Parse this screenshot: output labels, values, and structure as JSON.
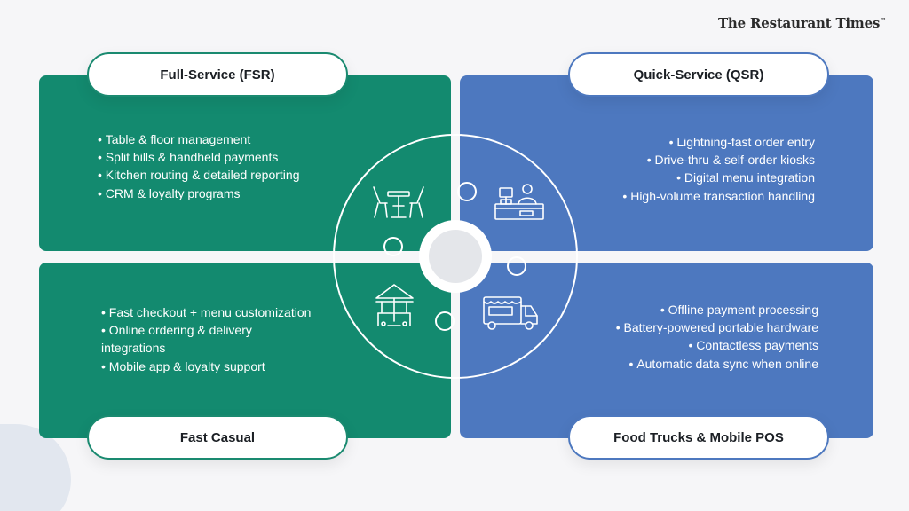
{
  "brand": {
    "name": "The Restaurant Times",
    "mark": "™"
  },
  "colors": {
    "green": "#138a6f",
    "blue": "#4d78bf",
    "hub": "#e4e6ea"
  },
  "quadrants": {
    "fsr": {
      "title": "Full-Service (FSR)",
      "icon": "dining-table-chairs-icon",
      "items": [
        "Table & floor management",
        "Split bills & handheld payments",
        "Kitchen routing & detailed reporting",
        "CRM & loyalty programs"
      ]
    },
    "qsr": {
      "title": "Quick-Service (QSR)",
      "icon": "cashier-counter-icon",
      "items": [
        "Lightning-fast order entry",
        "Drive-thru & self-order kiosks",
        "Digital menu integration",
        "High-volume transaction handling"
      ]
    },
    "fc": {
      "title": "Fast Casual",
      "icon": "umbrella-table-icon",
      "items": [
        "Fast checkout + menu customization",
        "Online ordering & delivery integrations",
        "Mobile app & loyalty support"
      ]
    },
    "ft": {
      "title": "Food Trucks & Mobile POS",
      "icon": "food-truck-icon",
      "items": [
        "Offline payment processing",
        "Battery-powered portable hardware",
        "Contactless payments",
        "Automatic data sync when online"
      ]
    }
  }
}
